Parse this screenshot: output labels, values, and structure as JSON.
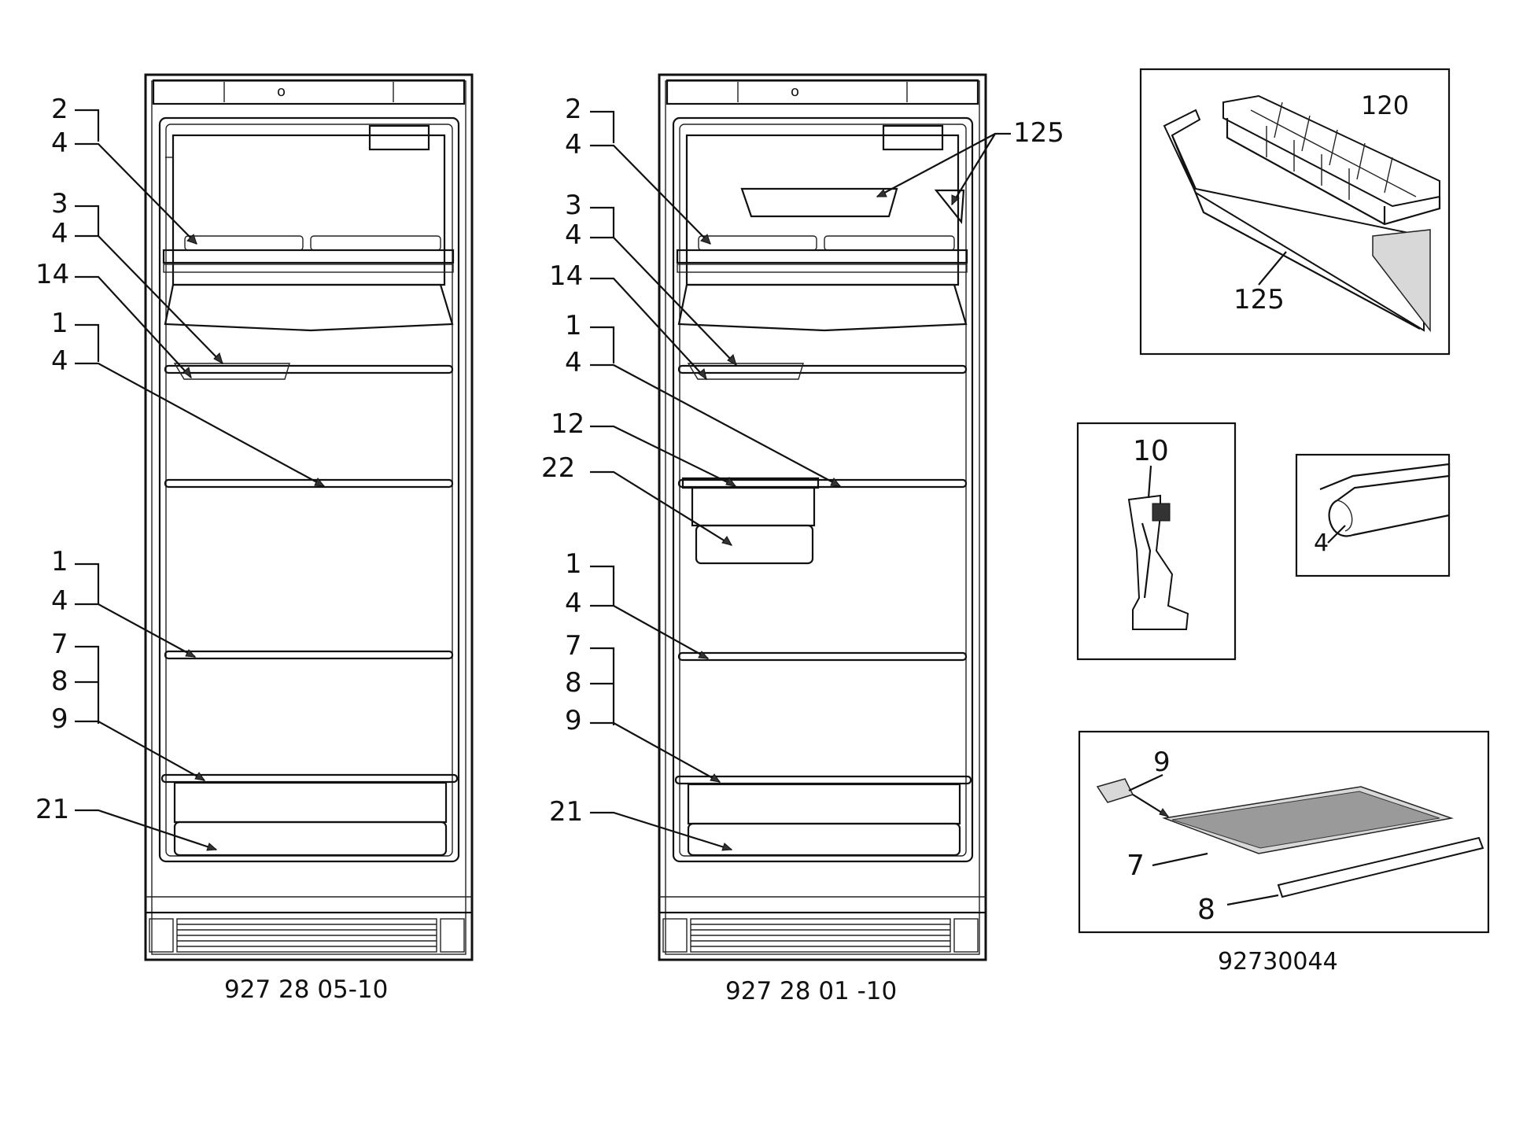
{
  "diagram": {
    "left_unit": {
      "code": "927 28 05-10",
      "labels": [
        "2",
        "4",
        "3",
        "4",
        "14",
        "1",
        "4",
        "1",
        "4",
        "7",
        "8",
        "9",
        "21"
      ]
    },
    "middle_unit": {
      "code": "927 28 01 -10",
      "labels": [
        "2",
        "4",
        "3",
        "4",
        "14",
        "1",
        "4",
        "12",
        "22",
        "1",
        "4",
        "7",
        "8",
        "9",
        "21"
      ],
      "callout_125": "125"
    },
    "detail_ice": {
      "label_120": "120",
      "label_125": "125"
    },
    "detail_clip": {
      "label": "10"
    },
    "detail_strip": {
      "label": "4"
    },
    "detail_shelf": {
      "label_9": "9",
      "label_7": "7",
      "label_8": "8"
    },
    "sheet_code": "92730044"
  }
}
